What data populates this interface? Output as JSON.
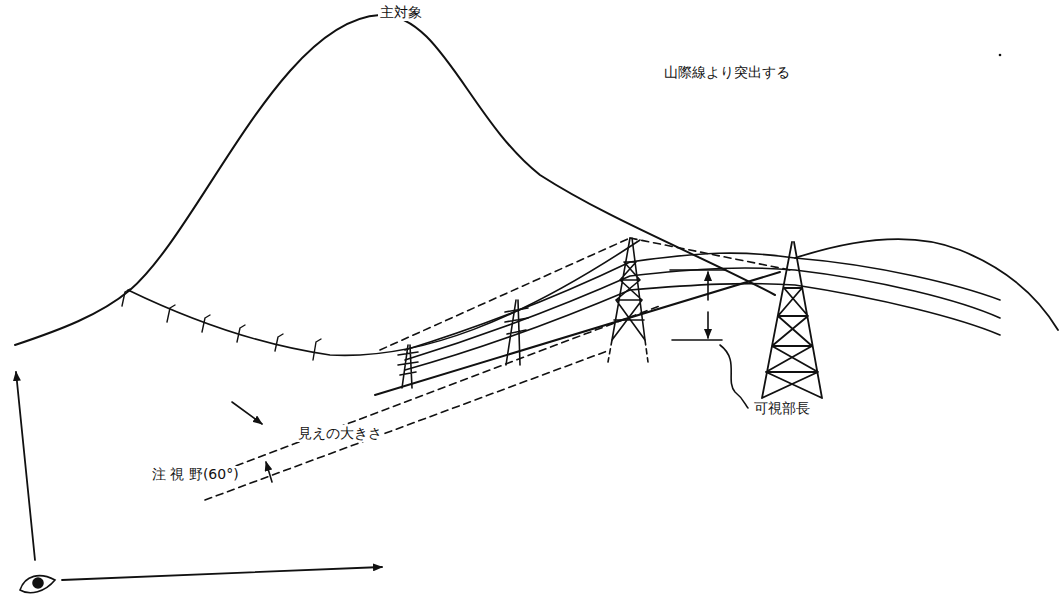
{
  "diagram": {
    "labels": [
      "主対象",
      "山際線より突出する",
      "可視部長",
      "見えの大きさ",
      "注 視 野(60°)"
    ]
  }
}
